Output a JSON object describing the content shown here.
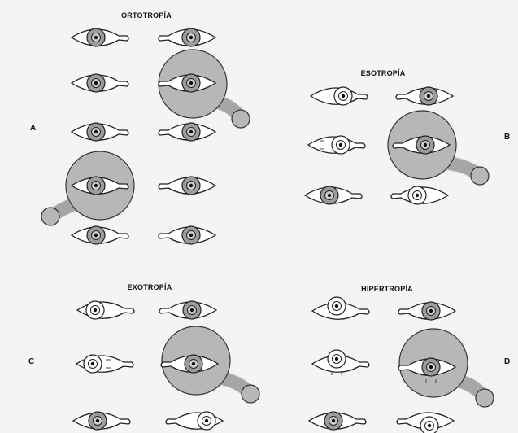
{
  "panels": {
    "a": {
      "title": "ORTOTROPÍA",
      "letter": "A"
    },
    "b": {
      "title": "ESOTROPÍA",
      "letter": "B"
    },
    "c": {
      "title": "EXOTROPÍA",
      "letter": "C"
    },
    "d": {
      "title": "HIPERTROPÍA",
      "letter": "D"
    }
  },
  "colors": {
    "background": "#f4f4f4",
    "iris": "#9c9c9c",
    "occluder": "#b7b7b7",
    "outline": "#222222"
  }
}
